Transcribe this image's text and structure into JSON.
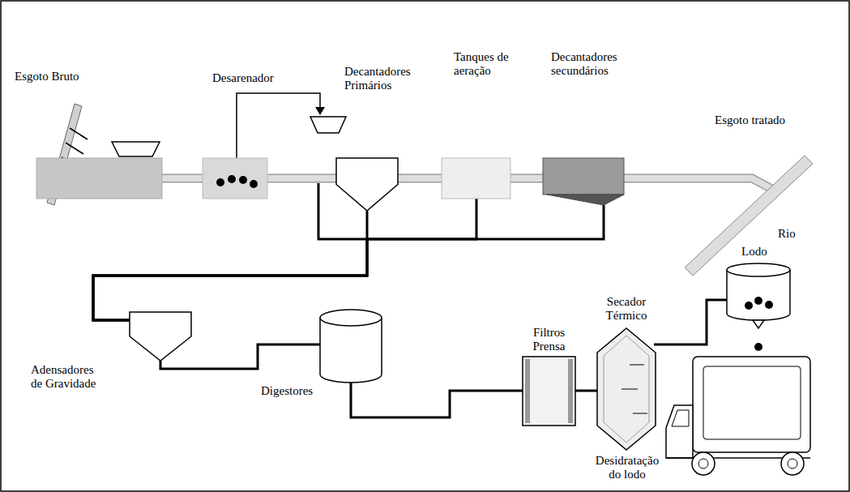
{
  "diagram": {
    "nodes": [
      {
        "text": [
          "Esgoto Bruto"
        ]
      },
      {
        "text": [
          "Desarenador"
        ]
      },
      {
        "text": [
          "Decantadores Primários"
        ]
      },
      {
        "text": [
          "Tanques de aeração"
        ]
      },
      {
        "text": [
          "Decantadores secundários"
        ]
      },
      {
        "text": [
          "Rio"
        ]
      },
      {
        "text": [
          "Adensadores de Gravidade"
        ]
      },
      {
        "text": [
          "Digestores"
        ]
      },
      {
        "text": [
          "Filtros Prensa"
        ]
      },
      {
        "text": [
          "Secador Térmico",
          "Desidratação do lodo"
        ]
      },
      {
        "text": [
          "Lodo"
        ]
      }
    ],
    "edges": [
      {
        "from": 0,
        "to": 1,
        "arrow": "none"
      },
      {
        "from": 1,
        "to": 2,
        "arrow": "none"
      },
      {
        "from": 2,
        "to": 3,
        "arrow": "none"
      },
      {
        "from": 3,
        "to": 4,
        "arrow": "none"
      },
      {
        "from": 4,
        "to": 5,
        "label": "Esgoto tratado",
        "arrow": "none"
      },
      {
        "from": 2,
        "to": 6,
        "arrow": "none"
      },
      {
        "from": 3,
        "to": 6,
        "arrow": "none"
      },
      {
        "from": 4,
        "to": 6,
        "arrow": "none"
      },
      {
        "from": 6,
        "to": 7,
        "arrow": "none"
      },
      {
        "from": 7,
        "to": 8,
        "arrow": "none"
      },
      {
        "from": 8,
        "to": 9,
        "arrow": "none"
      },
      {
        "from": 9,
        "to": 10,
        "arrow": "none"
      }
    ]
  }
}
